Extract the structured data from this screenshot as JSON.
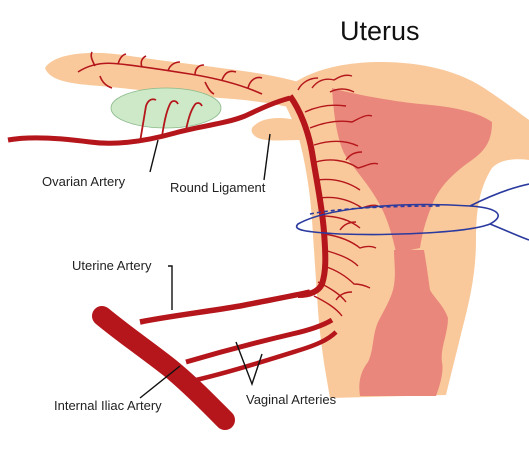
{
  "title": "Uterus",
  "labels": {
    "ovarian_artery": "Ovarian Artery",
    "round_ligament": "Round Ligament",
    "uterine_artery": "Uterine Artery",
    "internal_iliac_artery": "Internal Iliac Artery",
    "vaginal_arteries": "Vaginal Arteries"
  },
  "colors": {
    "tissue": "#f9c99b",
    "cavity": "#e9877c",
    "artery": "#b5161b",
    "ovary": "#cde9c8",
    "ring": "#2b3a9e",
    "label_text": "#222222"
  }
}
